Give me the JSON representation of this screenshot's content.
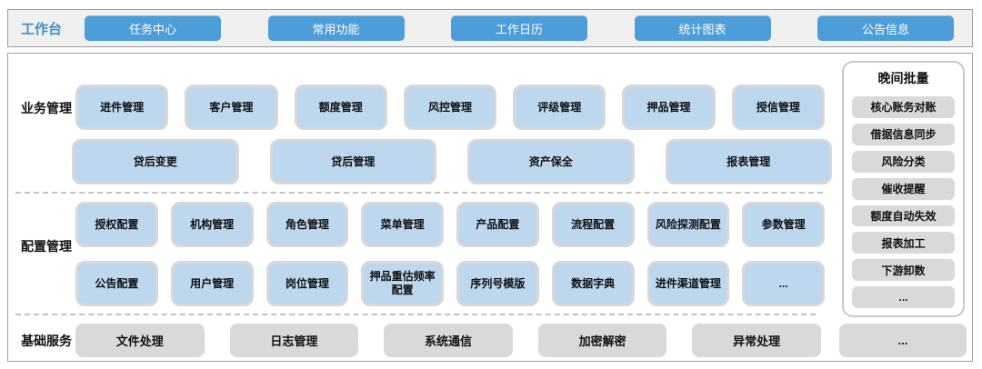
{
  "colors": {
    "accent_blue": "#4d9dd8",
    "module_blue": "#bdd7ee",
    "module_border": "#d8d8d8",
    "service_gray": "#d9d9d9",
    "label_blue": "#3e8fc9"
  },
  "topbar": {
    "label": "工作台",
    "buttons": [
      "任务中心",
      "常用功能",
      "工作日历",
      "统计图表",
      "公告信息"
    ]
  },
  "sections": {
    "business": {
      "label": "业务管理",
      "row1": [
        "进件管理",
        "客户管理",
        "额度管理",
        "风控管理",
        "评级管理",
        "押品管理",
        "授信管理"
      ],
      "row2": [
        "贷后变更",
        "贷后管理",
        "资产保全",
        "报表管理"
      ]
    },
    "config": {
      "label": "配置管理",
      "row1": [
        "授权配置",
        "机构管理",
        "角色管理",
        "菜单管理",
        "产品配置",
        "流程配置",
        "风险探测配置",
        "参数管理"
      ],
      "row2": [
        "公告配置",
        "用户管理",
        "岗位管理",
        "押品重估频率配置",
        "序列号模版",
        "数据字典",
        "进件渠道管理",
        "..."
      ]
    },
    "base": {
      "label": "基础服务",
      "items": [
        "文件处理",
        "日志管理",
        "系统通信",
        "加密解密",
        "异常处理"
      ],
      "more": "..."
    }
  },
  "sidebar": {
    "title": "晚间批量",
    "items": [
      "核心账务对账",
      "借据信息同步",
      "风险分类",
      "催收提醒",
      "额度自动失效",
      "报表加工",
      "下游卸数",
      "..."
    ]
  }
}
